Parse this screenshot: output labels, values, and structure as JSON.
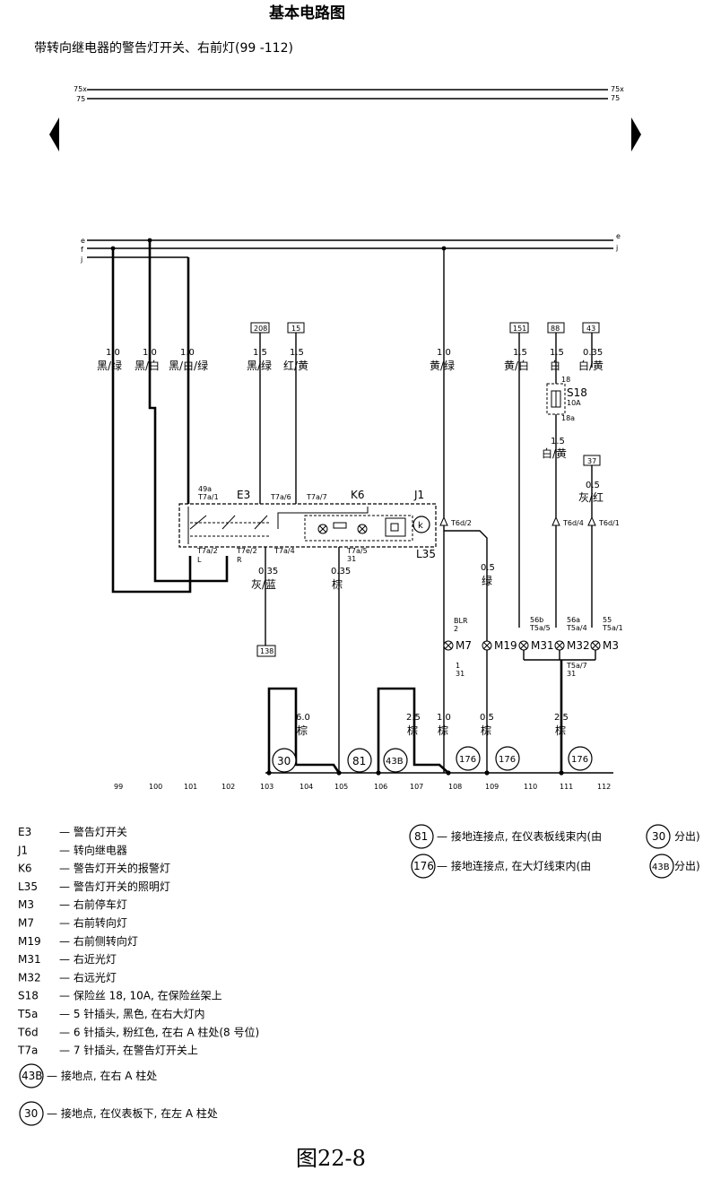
{
  "title": "基本电路图",
  "subtitle": "带转向继电器的警告灯开关、右前灯(99 -112)",
  "figure_caption": "图22-8",
  "bus_labels": {
    "b75x": "75x",
    "b75": "75",
    "be": "e",
    "bf": "f",
    "bj": "j"
  },
  "column_numbers": [
    "99",
    "100",
    "101",
    "102",
    "103",
    "104",
    "105",
    "106",
    "107",
    "108",
    "109",
    "110",
    "111",
    "112"
  ],
  "boxes": {
    "b208": "208",
    "b15": "15",
    "b151": "151",
    "b88": "88",
    "b43": "43",
    "b37": "37",
    "b138": "138"
  },
  "ground_points": {
    "g30": "30",
    "g81": "81",
    "g43b": "43B",
    "g176a": "176",
    "g176b": "176",
    "g176c": "176"
  },
  "wires": {
    "w1s": "1.0",
    "w1c": "黑/绿",
    "w2s": "1.0",
    "w2c": "黑/白",
    "w3s": "1.0",
    "w3c": "黑/白/绿",
    "w4s": "1.5",
    "w4c": "黑/绿",
    "w5s": "1.5",
    "w5c": "红/黄",
    "w6s": "1.0",
    "w6c": "黄/绿",
    "w7s": "1.5",
    "w7c": "黄/白",
    "w8s": "1.5",
    "w8c": "白",
    "w9s": "0.35",
    "w9c": "白/黄",
    "w10s": "1.5",
    "w10c": "白/黄",
    "w11s": "0.5",
    "w11c": "灰/红",
    "w12s": "0.5",
    "w12c": "绿",
    "w13s": "0.35",
    "w13c": "灰/蓝",
    "w14s": "0.35",
    "w14c": "棕",
    "w15s": "6.0",
    "w15c": "棕",
    "w16s": "2.5",
    "w16c": "棕",
    "w17s": "1.0",
    "w17c": "棕",
    "w18s": "0.5",
    "w18c": "棕",
    "w19s": "2.5",
    "w19c": "棕"
  },
  "pins": {
    "p49a": "49a",
    "t7a1": "T7a/1",
    "t7a6": "T7a/6",
    "t7a7": "T7a/7",
    "t7a2l": "T7a/2",
    "l": "L",
    "t7e2": "T7e/2",
    "r": "R",
    "t7a4": "T7a/4",
    "t7a5": "T7a/5",
    "n31a": "31",
    "t6d2": "T6d/2",
    "t6d4": "T6d/4",
    "t6d1": "T6d/1",
    "blr": "BLR",
    "n2": "2",
    "n1": "1",
    "n31b": "31",
    "s56b": "56b",
    "t5a5": "T5a/5",
    "s56a": "56a",
    "t5a4": "T5a/4",
    "s55": "55",
    "t5a1": "T5a/1",
    "t5a7": "T5a/7",
    "n31c": "31",
    "f18": "18",
    "f18a": "18a",
    "s18": "S18",
    "s10a": "10A"
  },
  "components": {
    "e3": "E3",
    "k6": "K6",
    "j1": "J1",
    "l35": "L35",
    "k": "k",
    "m7": "M7",
    "m19": "M19",
    "m31": "M31",
    "m32": "M32",
    "m3": "M3"
  },
  "legend_left": [
    {
      "code": "E3",
      "desc": "— 警告灯开关"
    },
    {
      "code": "J1",
      "desc": "— 转向继电器"
    },
    {
      "code": "K6",
      "desc": "— 警告灯开关的报警灯"
    },
    {
      "code": "L35",
      "desc": "— 警告灯开关的照明灯"
    },
    {
      "code": "M3",
      "desc": "— 右前停车灯"
    },
    {
      "code": "M7",
      "desc": "— 右前转向灯"
    },
    {
      "code": "M19",
      "desc": "— 右前侧转向灯"
    },
    {
      "code": "M31",
      "desc": "— 右近光灯"
    },
    {
      "code": "M32",
      "desc": "— 右远光灯"
    },
    {
      "code": "S18",
      "desc": "— 保险丝 18, 10A, 在保险丝架上"
    },
    {
      "code": "T5a",
      "desc": "— 5 针插头, 黑色, 在右大灯内"
    },
    {
      "code": "T6d",
      "desc": "— 6 针插头, 粉红色, 在右 A 柱处(8 号位)"
    },
    {
      "code": "T7a",
      "desc": "— 7 针插头, 在警告灯开关上"
    }
  ],
  "legend_ground": [
    {
      "code": "43B",
      "desc": "— 接地点, 在右 A 柱处"
    },
    {
      "code": "30",
      "desc": "— 接地点, 在仪表板下, 在左 A 柱处"
    }
  ],
  "legend_right": [
    {
      "code": "81",
      "desc1": "— 接地连接点, 在仪表板线束内(由",
      "ref": "30",
      "desc2": "分出)"
    },
    {
      "code": "176",
      "desc1": "— 接地连接点, 在大灯线束内(由",
      "ref": "43B",
      "desc2": "分出)"
    }
  ]
}
